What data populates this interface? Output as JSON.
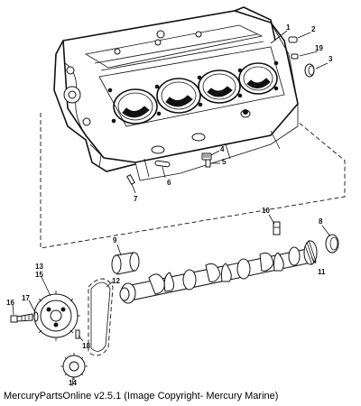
{
  "caption": "MercuryPartsOnline v2.5.1 (Image Copyright- Mercury Marine)",
  "callouts": {
    "c1": "1",
    "c2": "2",
    "c3": "3",
    "c4": "4",
    "c5": "5",
    "c6": "6",
    "c7": "7",
    "c8": "8",
    "c9": "9",
    "c10": "10",
    "c11": "11",
    "c12": "12",
    "c13": "13",
    "c15": "15",
    "c14": "14",
    "c16": "16",
    "c17": "17",
    "c18": "18",
    "c19": "19"
  }
}
